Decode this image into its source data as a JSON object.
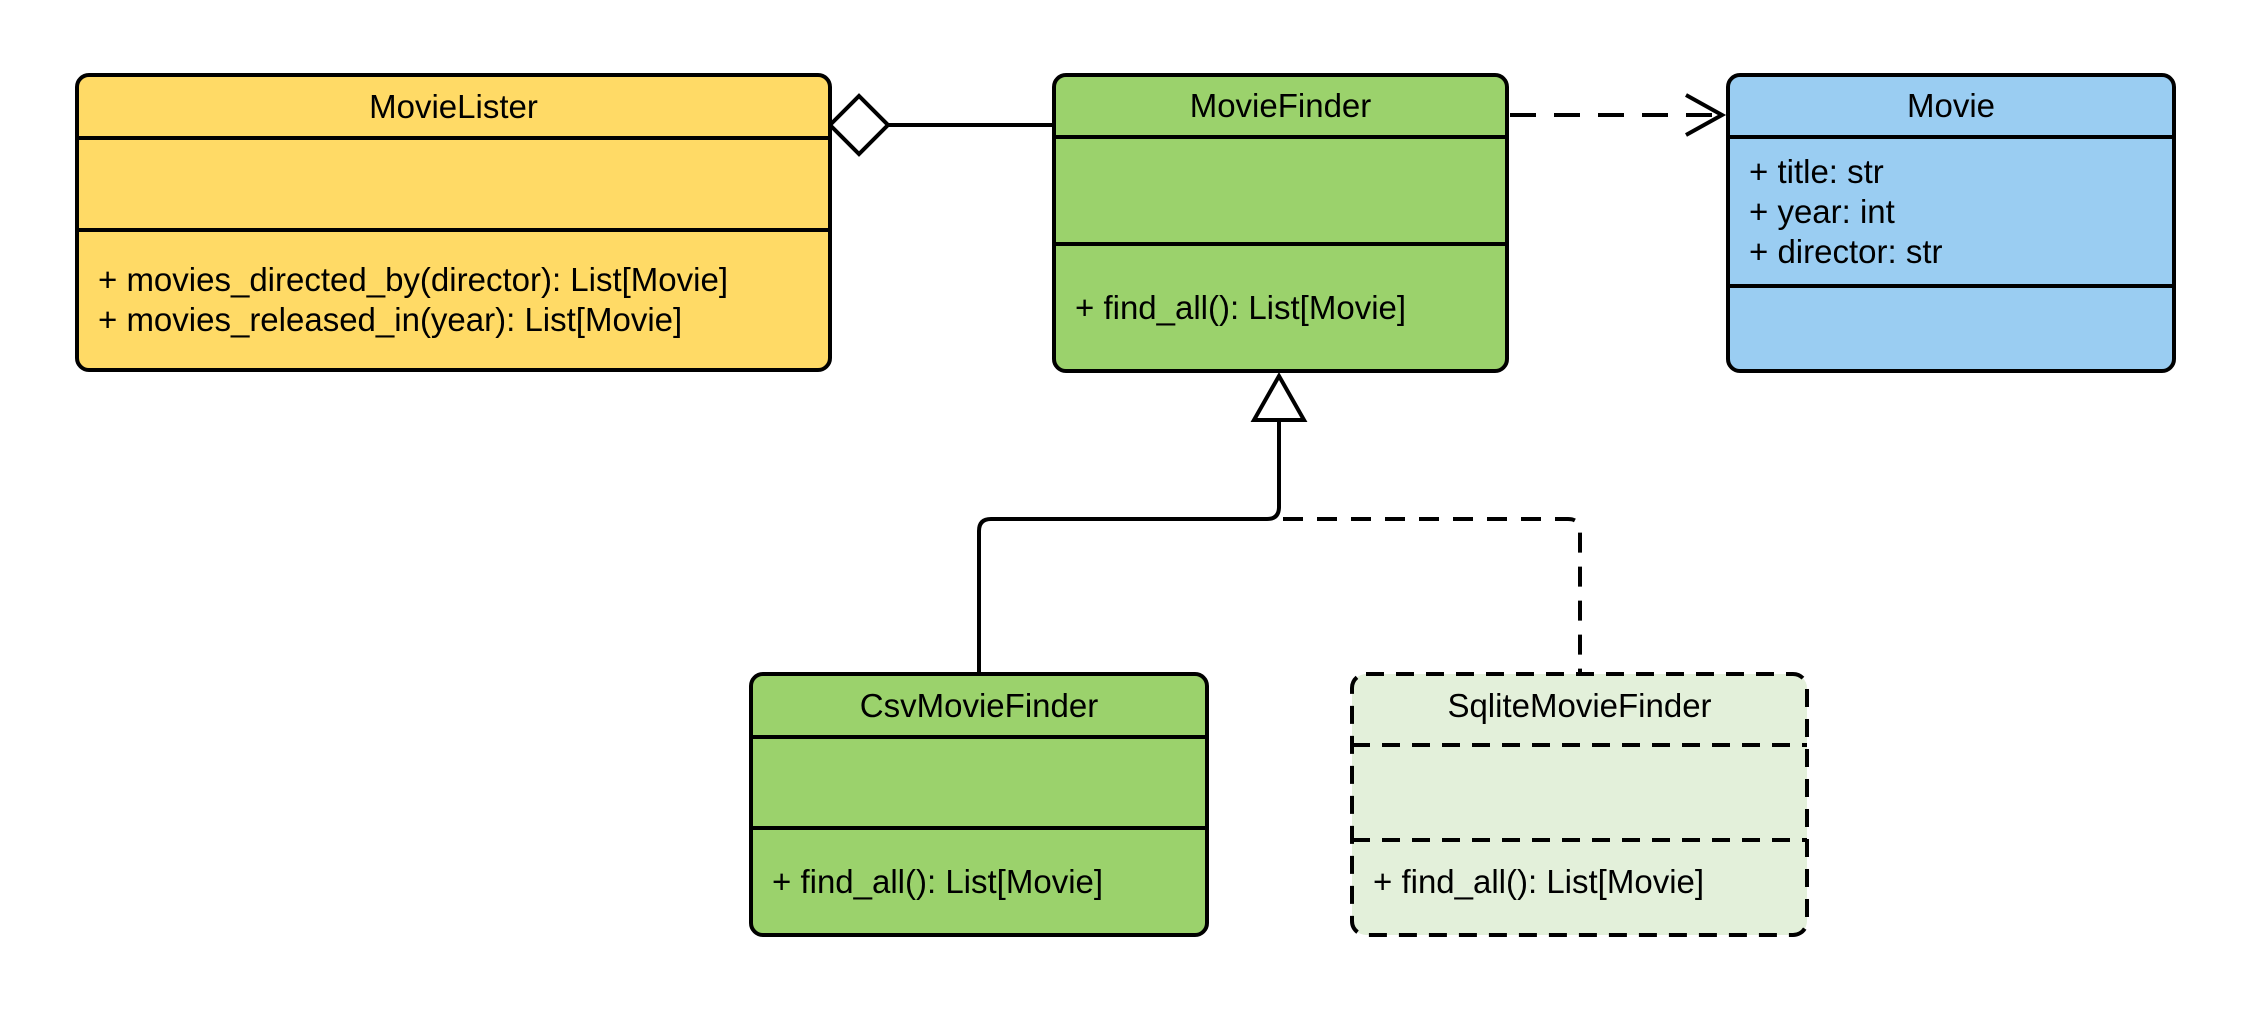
{
  "diagram": {
    "type": "uml-class-diagram",
    "background": "#ffffff",
    "stroke_color": "#000000",
    "classes": [
      {
        "name": "MovieLister",
        "fill": "#FFDA66",
        "border_style": "solid",
        "attributes": [],
        "methods": [
          "+ movies_directed_by(director): List[Movie]",
          "+ movies_released_in(year): List[Movie]"
        ]
      },
      {
        "name": "MovieFinder",
        "fill": "#9BD26C",
        "border_style": "solid",
        "attributes": [],
        "methods": [
          "+ find_all(): List[Movie]"
        ]
      },
      {
        "name": "Movie",
        "fill": "#9ACDF2",
        "border_style": "solid",
        "attributes": [
          "+ title: str",
          "+ year: int",
          "+ director: str"
        ],
        "methods": []
      },
      {
        "name": "CsvMovieFinder",
        "fill": "#9BD26C",
        "border_style": "solid",
        "attributes": [],
        "methods": [
          "+ find_all(): List[Movie]"
        ]
      },
      {
        "name": "SqliteMovieFinder",
        "fill": "#E3F0DA",
        "border_style": "dashed",
        "attributes": [],
        "methods": [
          "+ find_all(): List[Movie]"
        ]
      }
    ],
    "relations": [
      {
        "from": "MovieLister",
        "to": "MovieFinder",
        "type": "aggregation",
        "line": "solid",
        "marker": "hollow-diamond-at-source"
      },
      {
        "from": "MovieFinder",
        "to": "Movie",
        "type": "dependency",
        "line": "dashed",
        "marker": "open-arrow-at-target"
      },
      {
        "from": "CsvMovieFinder",
        "to": "MovieFinder",
        "type": "inheritance",
        "line": "solid",
        "marker": "hollow-triangle-at-target"
      },
      {
        "from": "SqliteMovieFinder",
        "to": "MovieFinder",
        "type": "realization",
        "line": "dashed",
        "marker": "hollow-triangle-at-target"
      }
    ]
  }
}
